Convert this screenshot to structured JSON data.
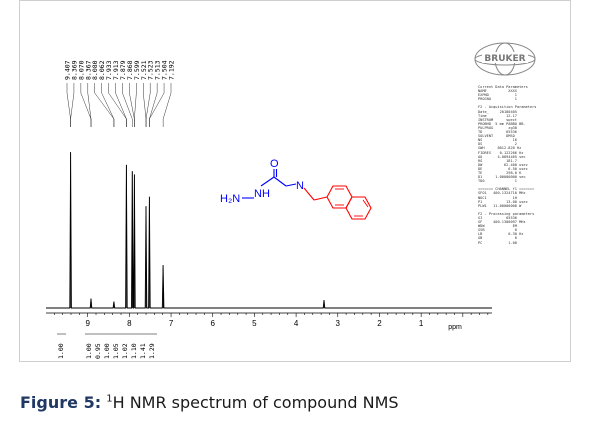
{
  "chart_data": {
    "type": "line",
    "xlabel": "ppm",
    "x_ticks": [
      9,
      8,
      7,
      6,
      5,
      4,
      3,
      2,
      1
    ],
    "xlim": [
      10.0,
      -0.7
    ],
    "x_reversed": true,
    "peak_labels": [
      "9.407",
      "8.369",
      "8.070",
      "8.367",
      "8.080",
      "8.062",
      "7.933",
      "7.913",
      "7.879",
      "7.868",
      "7.599",
      "7.521",
      "7.523",
      "7.513",
      "7.504",
      "7.192"
    ],
    "peaks": [
      {
        "ppm": 9.41,
        "height": 0.98
      },
      {
        "ppm": 8.92,
        "height": 0.06
      },
      {
        "ppm": 8.37,
        "height": 0.04
      },
      {
        "ppm": 8.07,
        "height": 0.9
      },
      {
        "ppm": 7.93,
        "height": 0.86
      },
      {
        "ppm": 7.88,
        "height": 0.84
      },
      {
        "ppm": 7.6,
        "height": 0.64
      },
      {
        "ppm": 7.52,
        "height": 0.7
      },
      {
        "ppm": 7.19,
        "height": 0.27
      },
      {
        "ppm": 3.33,
        "height": 0.05
      }
    ],
    "integrals": [
      {
        "ppm": 9.41,
        "value": "1.00"
      },
      {
        "ppm": 8.1,
        "value": "1.00"
      },
      {
        "ppm": 8.0,
        "value": "0.95"
      },
      {
        "ppm": 7.93,
        "value": "1.00"
      },
      {
        "ppm": 7.87,
        "value": "1.05"
      },
      {
        "ppm": 7.8,
        "value": "1.02"
      },
      {
        "ppm": 7.55,
        "value": "1.10"
      },
      {
        "ppm": 7.45,
        "value": "1.41"
      },
      {
        "ppm": 7.35,
        "value": "1.29"
      }
    ],
    "colors": {
      "spectrum": "#000000",
      "hetero": "#0000ff",
      "naphthalene": "#ff0000"
    }
  },
  "molecule": {
    "o_label": "O",
    "n_label": "N",
    "nh_label": "NH",
    "h2n_label": "H₂N"
  },
  "brand": "BRUKER",
  "acq_params": "Current Data Parameters\nNAME          XXXX\nEXPNO            1\nPROCNO           1\n\nF2 - Acquisition Parameters\nDate_     20180405\nTime         12.17\nINSTRUM      spect\nPROBHD  5 mm PABBO BB-\nPULPROG       zg30\nTD           65536\nSOLVENT      DMSO\nNS              16\nDS               2\nSWH      8012.820 Hz\nFIDRES    0.122266 Hz\nAQ       4.0894465 sec\nRG           181.7\nDW          62.400 usec\nDE            6.50 usec\nTE           298.0 K\nD1      1.00000000 sec\nTD0              1\n\n======= CHANNEL f1 =======\nSFO1   400.1324710 MHz\nNUC1            1H\nP1           13.00 usec\nPLW1   11.00000000 W\n\nF2 - Processing parameters\nSI           65536\nSF     400.1300097 MHz\nWDW             EM\nSSB              0\nLB            0.30 Hz\nGB               0\nPC            1.00",
  "caption": {
    "label": "Figure 5:",
    "sup": "1",
    "text": "H NMR spectrum of compound NMS"
  }
}
